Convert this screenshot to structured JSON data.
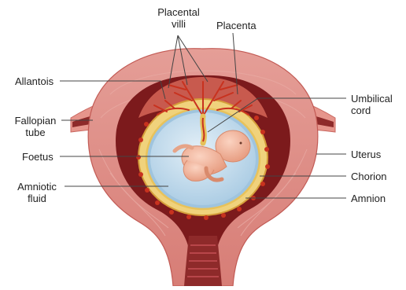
{
  "labels": {
    "placental_villi": [
      "Placental",
      "villi"
    ],
    "placenta": "Placenta",
    "allantois": "Allantois",
    "umbilical_cord": [
      "Umbilical",
      "cord"
    ],
    "fallopian_tube": [
      "Fallopian",
      "tube"
    ],
    "foetus": "Foetus",
    "uterus": "Uterus",
    "chorion": "Chorion",
    "amniotic_fluid": [
      "Amniotic",
      "fluid"
    ],
    "amnion": "Amnion"
  },
  "colors": {
    "uterus_outer": "#e9a199",
    "uterus_wall": "#d3716b",
    "uterus_dark": "#7c1a1c",
    "villi": "#c8321f",
    "chorion_ring": "#e8c25a",
    "amniotic_fluid": "#b9d6e9",
    "foetus": "#f2b49a"
  }
}
